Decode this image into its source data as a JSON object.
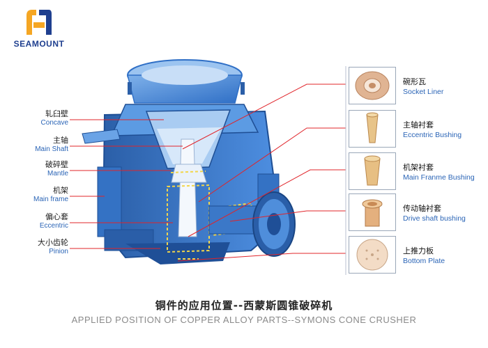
{
  "brand": {
    "name": "SEAMOUNT"
  },
  "left_labels": [
    {
      "cn": "轧臼壁",
      "en": "Concave"
    },
    {
      "cn": "主轴",
      "en": "Main Shaft"
    },
    {
      "cn": "破碎壁",
      "en": "Mantle"
    },
    {
      "cn": "机架",
      "en": "Main frame"
    },
    {
      "cn": "偏心套",
      "en": "Eccentric"
    },
    {
      "cn": "大小齿轮",
      "en": "Pinion"
    }
  ],
  "parts": [
    {
      "cn": "碗形瓦",
      "en": "Socket Liner",
      "icon": "socket-liner-icon"
    },
    {
      "cn": "主轴衬套",
      "en": "Eccentric Bushing",
      "icon": "eccentric-bushing-icon"
    },
    {
      "cn": "机架衬套",
      "en": "Main Franme Bushing",
      "icon": "main-frame-bushing-icon"
    },
    {
      "cn": "传动轴衬套",
      "en": "Drive shaft bushing",
      "icon": "drive-shaft-bushing-icon"
    },
    {
      "cn": "上推力板",
      "en": "Bottom Plate",
      "icon": "bottom-plate-icon"
    }
  ],
  "caption": {
    "cn": "铜件的应用位置--西蒙斯圆锥破碎机",
    "en": "APPLIED POSITION OF  COPPER ALLOY PARTS--SYMONS CONE CRUSHER"
  },
  "colors": {
    "brand_blue": "#1f3f8f",
    "brand_orange": "#f5a623",
    "leader_red": "#e0242a",
    "machine_blue": "#3d7fd6"
  }
}
